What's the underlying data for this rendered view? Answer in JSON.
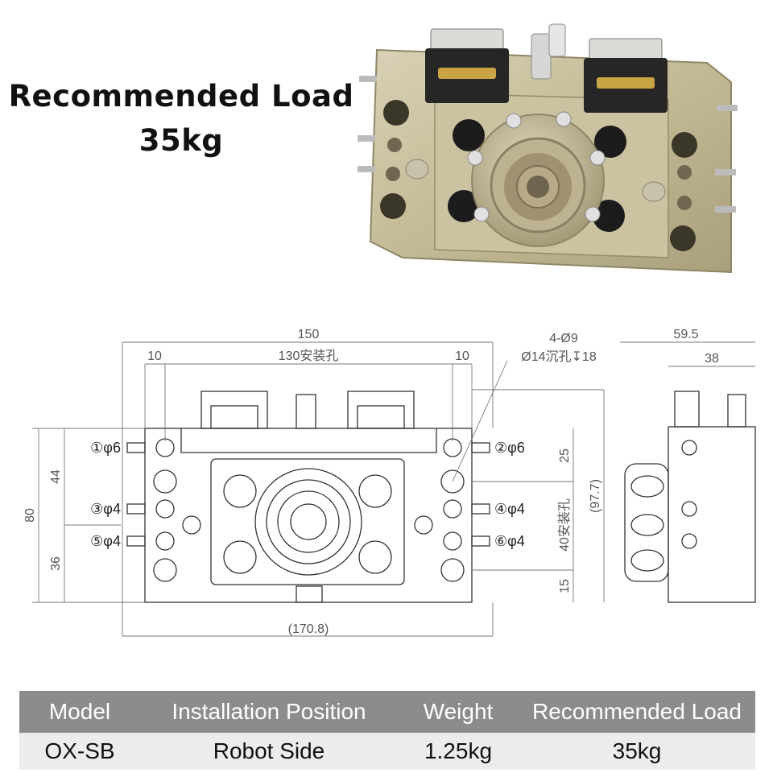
{
  "headline": {
    "line1": "Recommended Load",
    "line2": "35kg"
  },
  "drawing": {
    "dims": {
      "total_width": "150",
      "hole_span": "130安装孔",
      "left_margin": "10",
      "right_margin": "10",
      "hole_spec_1": "4-Ø9",
      "hole_spec_2": "Ø14沉孔↧18",
      "side_depth": "59.5",
      "side_inner": "38",
      "left_height": "80",
      "left_upper": "44",
      "left_lower": "36",
      "right_top": "25",
      "right_span": "40安装孔",
      "right_bottom": "15",
      "right_total": "(97.7)",
      "bottom_width": "(170.8)"
    },
    "ports": {
      "p1": "①φ6",
      "p2": "②φ6",
      "p3": "③φ4",
      "p4": "④φ4",
      "p5": "⑤φ4",
      "p6": "⑥φ4"
    }
  },
  "spec_table": {
    "headers": [
      "Model",
      "Installation Position",
      "Weight",
      "Recommended Load"
    ],
    "row": [
      "OX-SB",
      "Robot Side",
      "1.25kg",
      "35kg"
    ]
  }
}
